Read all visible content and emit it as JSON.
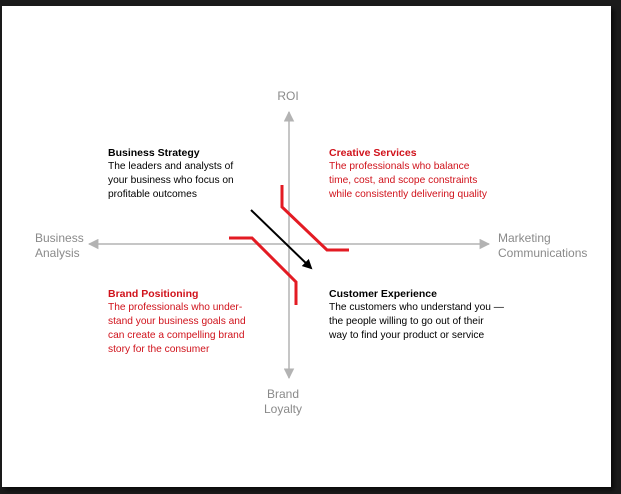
{
  "colors": {
    "axis": "#b3b3b3",
    "accent": "#e31b23",
    "arrow": "#000000",
    "axis_text": "#8a8a8a",
    "red_text": "#d0121b"
  },
  "axes": {
    "top": "ROI",
    "bottom_line1": "Brand",
    "bottom_line2": "Loyalty",
    "left_line1": "Business",
    "left_line2": "Analysis",
    "right_line1": "Marketing",
    "right_line2": "Communications"
  },
  "quadrants": {
    "top_left": {
      "title": "Business Strategy",
      "lines": [
        "The leaders and analysts of",
        "your business who focus on",
        "profitable outcomes"
      ]
    },
    "top_right": {
      "title": "Creative Services",
      "lines": [
        "The professionals who balance",
        "time, cost, and scope constraints",
        "while consistently delivering quality"
      ]
    },
    "bottom_left": {
      "title": "Brand Positioning",
      "lines": [
        "The professionals who under-",
        "stand your business goals and",
        "can create a compelling brand",
        "story for the consumer"
      ]
    },
    "bottom_right": {
      "title": "Customer Experience",
      "lines": [
        "The customers who understand you —",
        "the people willing to go out of their",
        "way to find your product or service"
      ]
    }
  }
}
